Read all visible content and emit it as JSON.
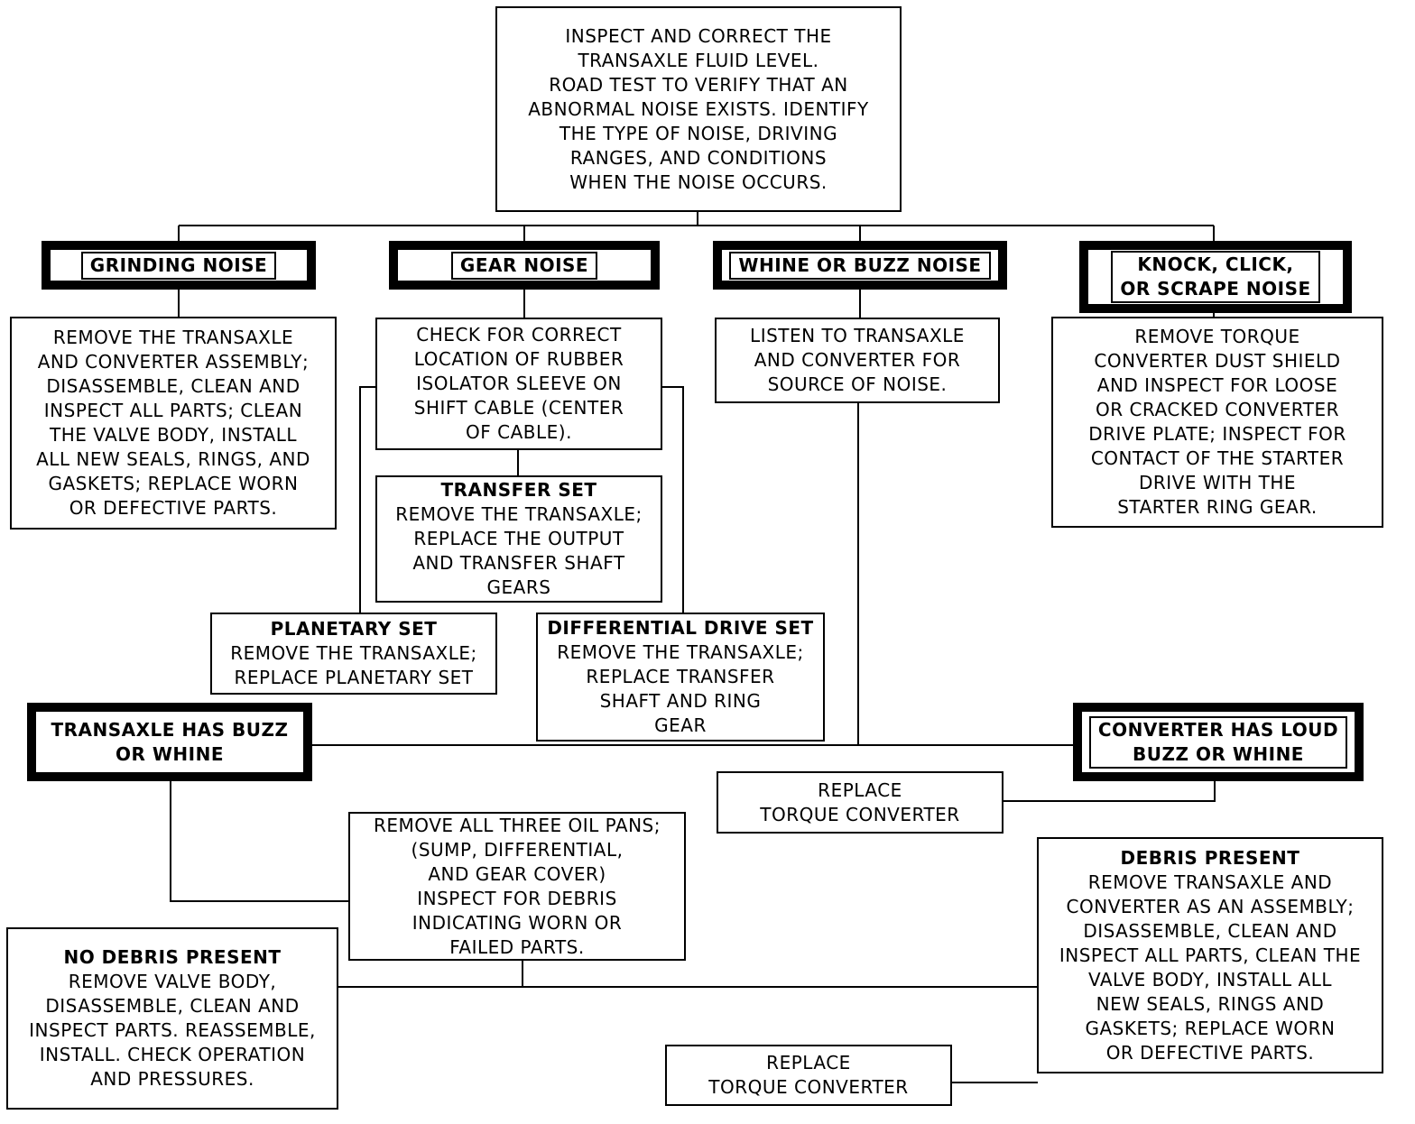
{
  "start": {
    "lines": "INSPECT AND CORRECT THE\nTRANSAXLE FLUID LEVEL.\nROAD TEST TO VERIFY THAT AN\nABNORMAL NOISE EXISTS. IDENTIFY\nTHE TYPE OF NOISE, DRIVING\nRANGES, AND CONDITIONS\nWHEN THE NOISE OCCURS."
  },
  "categories": {
    "grinding": "GRINDING NOISE",
    "gear": "GEAR NOISE",
    "whine": "WHINE OR BUZZ NOISE",
    "knock": "KNOCK, CLICK,\nOR SCRAPE NOISE"
  },
  "grinding_action": "REMOVE THE TRANSAXLE\nAND CONVERTER ASSEMBLY;\nDISASSEMBLE, CLEAN AND\nINSPECT ALL PARTS; CLEAN\nTHE VALVE BODY, INSTALL\nALL NEW SEALS, RINGS, AND\nGASKETS; REPLACE WORN\nOR DEFECTIVE PARTS.",
  "gear_check": "CHECK FOR CORRECT\nLOCATION OF RUBBER\nISOLATOR SLEEVE ON\nSHIFT CABLE (CENTER\nOF CABLE).",
  "transfer_set": {
    "title": "TRANSFER SET",
    "body": "REMOVE THE TRANSAXLE;\nREPLACE THE OUTPUT\nAND TRANSFER SHAFT\nGEARS"
  },
  "planetary_set": {
    "title": "PLANETARY SET",
    "body": "REMOVE THE TRANSAXLE;\nREPLACE PLANETARY SET"
  },
  "differential_set": {
    "title": "DIFFERENTIAL DRIVE SET",
    "body": "REMOVE THE TRANSAXLE;\nREPLACE TRANSFER\nSHAFT AND RING\nGEAR"
  },
  "whine_action": "LISTEN TO TRANSAXLE\nAND CONVERTER FOR\nSOURCE OF NOISE.",
  "knock_action": "REMOVE TORQUE\nCONVERTER DUST SHIELD\nAND INSPECT FOR LOOSE\nOR CRACKED CONVERTER\nDRIVE PLATE; INSPECT FOR\nCONTACT OF THE STARTER\nDRIVE WITH THE\nSTARTER RING GEAR.",
  "transaxle_buzz": "TRANSAXLE HAS BUZZ\nOR WHINE",
  "converter_buzz": "CONVERTER HAS LOUD\nBUZZ OR WHINE",
  "replace_converter_1": "REPLACE\nTORQUE CONVERTER",
  "oil_pans": "REMOVE ALL THREE OIL PANS;\n(SUMP, DIFFERENTIAL,\nAND GEAR COVER)\nINSPECT FOR DEBRIS\nINDICATING WORN OR\nFAILED PARTS.",
  "no_debris": {
    "title": "NO DEBRIS PRESENT",
    "body": "REMOVE VALVE BODY,\nDISASSEMBLE, CLEAN AND\nINSPECT PARTS. REASSEMBLE,\nINSTALL. CHECK OPERATION\nAND PRESSURES."
  },
  "debris": {
    "title": "DEBRIS PRESENT",
    "body": "REMOVE TRANSAXLE AND\nCONVERTER AS AN ASSEMBLY;\nDISASSEMBLE, CLEAN AND\nINSPECT ALL PARTS, CLEAN THE\nVALVE BODY, INSTALL ALL\nNEW SEALS, RINGS AND\nGASKETS; REPLACE WORN\nOR DEFECTIVE PARTS."
  },
  "replace_converter_2": "REPLACE\nTORQUE CONVERTER"
}
